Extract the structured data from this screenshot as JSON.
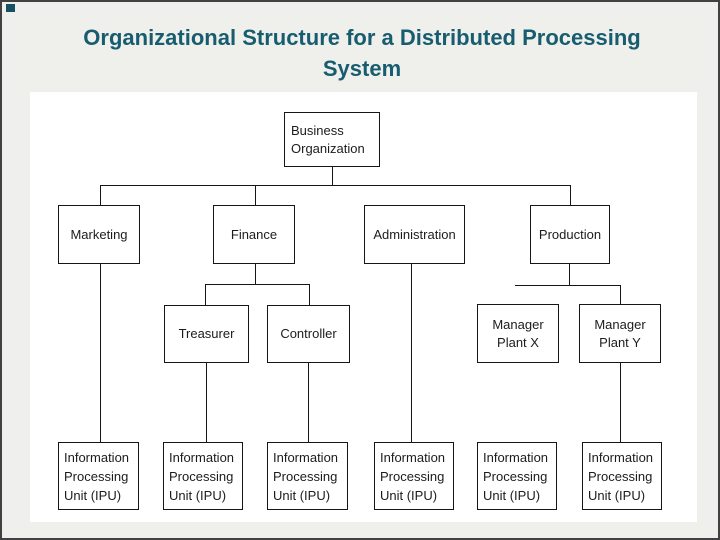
{
  "slide": {
    "title": "Organizational Structure for a Distributed Processing\nSystem"
  },
  "colors": {
    "title_text": "#185d6f",
    "accent_square": "#174f63",
    "slide_background": "#eff0ec",
    "slide_border": "#414141",
    "panel_background": "#ffffff",
    "box_border": "#161616",
    "box_text": "#1c1c1c",
    "connector": "#161616"
  },
  "diagram": {
    "nodes": {
      "business_organization": {
        "label": "Business\nOrganization",
        "parent": null
      },
      "marketing": {
        "label": "Marketing",
        "parent": "business_organization"
      },
      "finance": {
        "label": "Finance",
        "parent": "business_organization"
      },
      "administration": {
        "label": "Administration",
        "parent": "business_organization"
      },
      "production": {
        "label": "Production",
        "parent": "business_organization"
      },
      "treasurer": {
        "label": "Treasurer",
        "parent": "finance"
      },
      "controller": {
        "label": "Controller",
        "parent": "finance"
      },
      "manager_plant_x": {
        "label": "Manager\nPlant X",
        "parent": "production"
      },
      "manager_plant_y": {
        "label": "Manager\nPlant Y",
        "parent": "production"
      },
      "ipu_marketing": {
        "label": "Information\nProcessing\nUnit (IPU)",
        "parent": "marketing"
      },
      "ipu_treasurer": {
        "label": "Information\nProcessing\nUnit (IPU)",
        "parent": "treasurer"
      },
      "ipu_controller": {
        "label": "Information\nProcessing\nUnit (IPU)",
        "parent": "controller"
      },
      "ipu_administration": {
        "label": "Information\nProcessing\nUnit (IPU)",
        "parent": "administration"
      },
      "ipu_manager_plant_x": {
        "label": "Information\nProcessing\nUnit (IPU)",
        "parent": "manager_plant_x"
      },
      "ipu_manager_plant_y": {
        "label": "Information\nProcessing\nUnit (IPU)",
        "parent": "manager_plant_y"
      }
    }
  }
}
